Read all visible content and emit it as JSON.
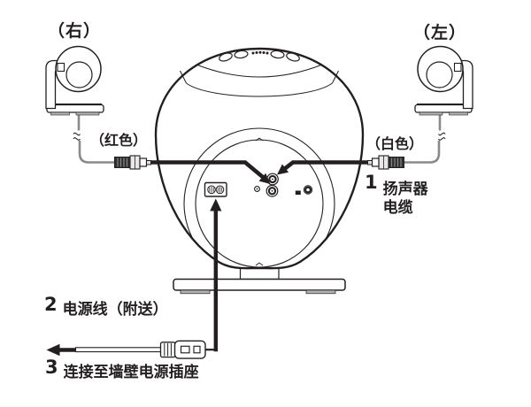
{
  "labels": {
    "right_channel": "（右）",
    "left_channel": "（左）",
    "red_plug": "（红色）",
    "white_plug": "（白色）"
  },
  "steps": [
    {
      "num": "1",
      "line1": "扬声器",
      "line2": "电缆"
    },
    {
      "num": "2",
      "text": "电源线（附送）"
    },
    {
      "num": "3",
      "text": "连接至墙壁电源插座"
    }
  ],
  "icons": {
    "satellite_speaker": "sphere-speaker-on-stand",
    "rca_plug": "rca-plug",
    "ac_inlet": "figure8-power-inlet",
    "power_plug": "two-pin-power-plug",
    "arrow": "solid-black-arrow"
  },
  "colors": {
    "ink": "#231f20",
    "cable_grey": "#8a8a8a",
    "plug_dark": "#2f2f2f",
    "feet_grey": "#b3b3b3",
    "background": "#ffffff"
  }
}
